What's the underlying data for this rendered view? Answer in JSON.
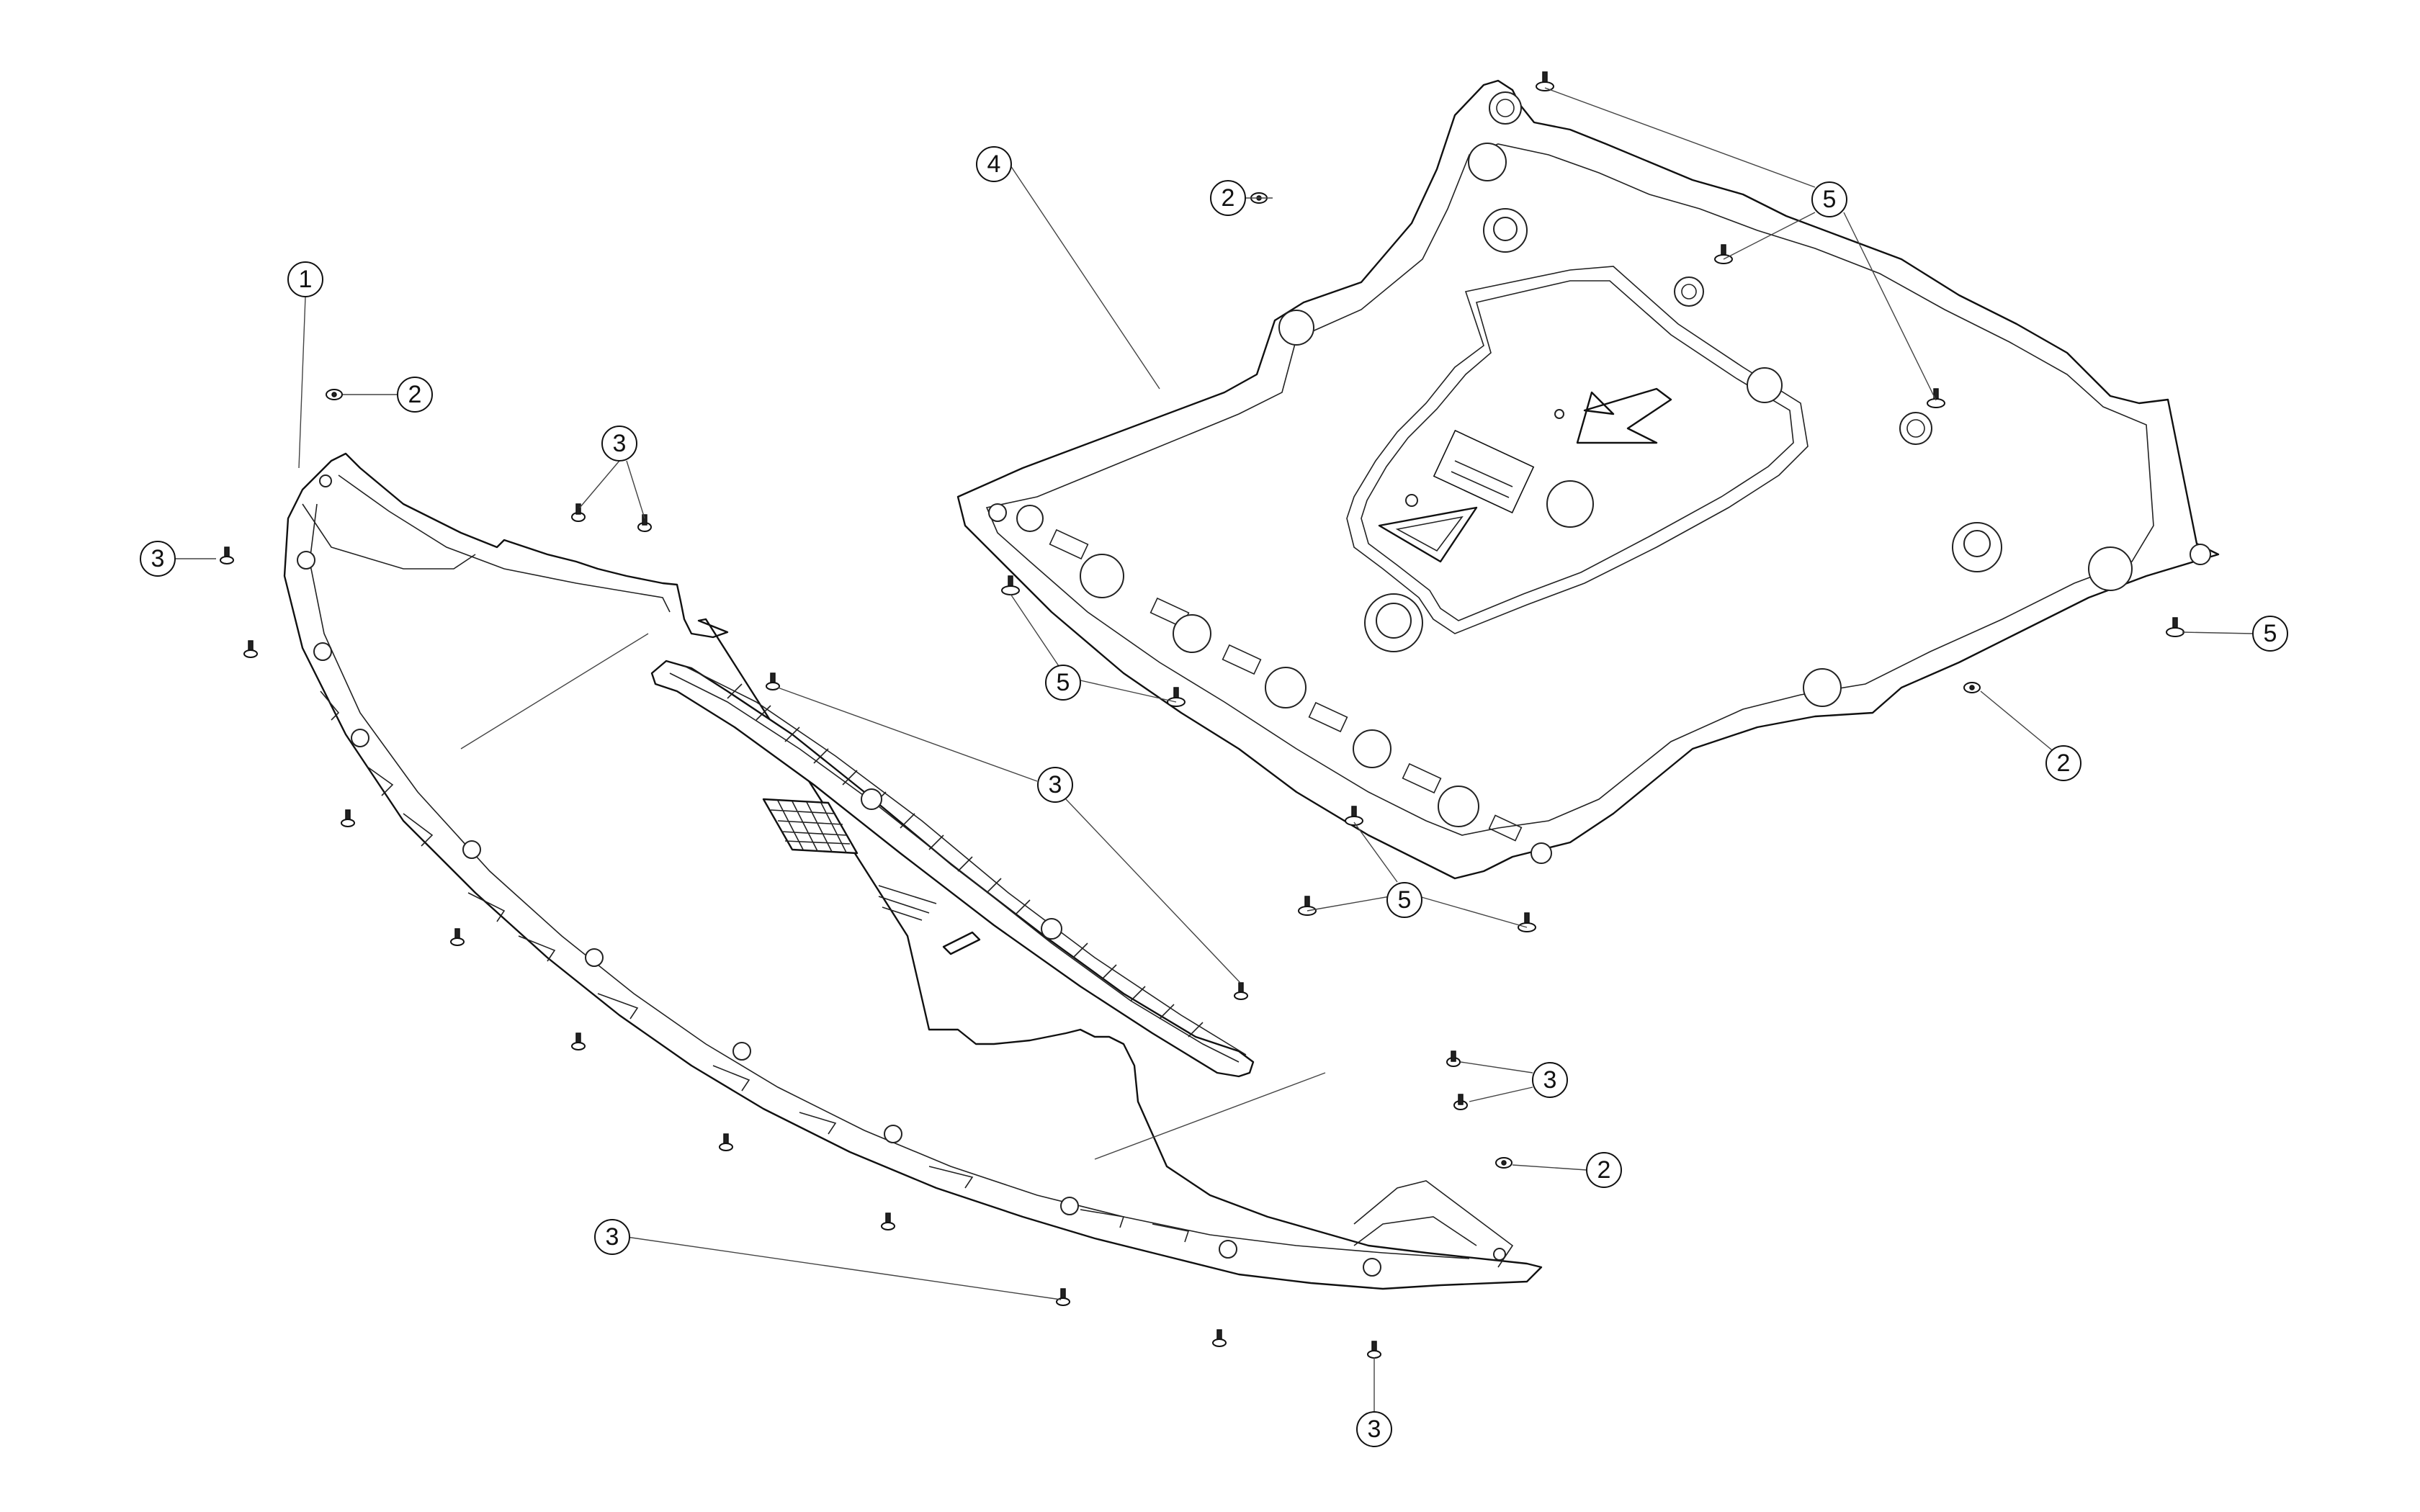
{
  "diagram": {
    "type": "exploded-parts-view",
    "callouts": [
      {
        "id": "c1",
        "number": "1"
      },
      {
        "id": "c2a",
        "number": "2"
      },
      {
        "id": "c2b",
        "number": "2"
      },
      {
        "id": "c2c",
        "number": "2"
      },
      {
        "id": "c2d",
        "number": "2"
      },
      {
        "id": "c3a",
        "number": "3"
      },
      {
        "id": "c3b",
        "number": "3"
      },
      {
        "id": "c3c",
        "number": "3"
      },
      {
        "id": "c3d",
        "number": "3"
      },
      {
        "id": "c3e",
        "number": "3"
      },
      {
        "id": "c3f",
        "number": "3"
      },
      {
        "id": "c4",
        "number": "4"
      },
      {
        "id": "c5a",
        "number": "5"
      },
      {
        "id": "c5b",
        "number": "5"
      },
      {
        "id": "c5c",
        "number": "5"
      },
      {
        "id": "c5d",
        "number": "5"
      }
    ],
    "parts": [
      {
        "id": "front-undertray",
        "callout": "1"
      },
      {
        "id": "nut",
        "callout": "2"
      },
      {
        "id": "screw",
        "callout": "3"
      },
      {
        "id": "underbody-panel",
        "callout": "4"
      },
      {
        "id": "clip",
        "callout": "5"
      }
    ]
  }
}
